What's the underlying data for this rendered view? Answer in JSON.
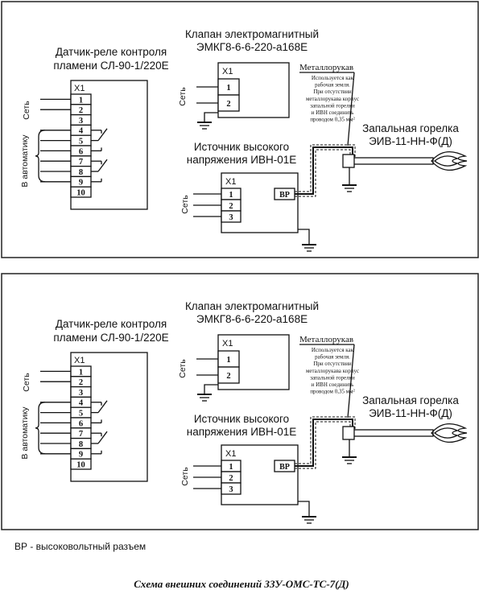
{
  "diagram": {
    "sensor": {
      "title_line1": "Датчик-реле контроля",
      "title_line2": "пламени СЛ-90-1/220Е",
      "connector": "X1",
      "terminals": [
        "1",
        "2",
        "3",
        "4",
        "5",
        "6",
        "7",
        "8",
        "9",
        "10"
      ]
    },
    "valve": {
      "title_line1": "Клапан электромагнитный",
      "title_line2": "ЭМКГ8-6-6-220-а168Е",
      "connector": "X1",
      "terminals": [
        "1",
        "2"
      ]
    },
    "hv_source": {
      "title_line1": "Источник высокого",
      "title_line2": "напряжения ИВН-01Е",
      "connector": "X1",
      "terminals": [
        "1",
        "2",
        "3"
      ],
      "bp_label": "ВР"
    },
    "burner": {
      "title_line1": "Запальная горелка",
      "title_line2": "ЭИВ-11-НН-Ф(Д)"
    },
    "metal_sleeve": {
      "title": "Металлорукав",
      "note_lines": [
        "Используется как",
        "рабочая земля.",
        "При отсутствии",
        "металлорукава корпус",
        "запальной горелки",
        "и ИВН соединить",
        "проводом 0,35 мм²"
      ]
    },
    "labels": {
      "set": "Сеть",
      "automatic": "В автоматику"
    }
  },
  "legend": "ВР - высоковольтный разъем",
  "caption": "Схема внешних соединений ЗЗУ-ОМС-ТС-7(Д)"
}
